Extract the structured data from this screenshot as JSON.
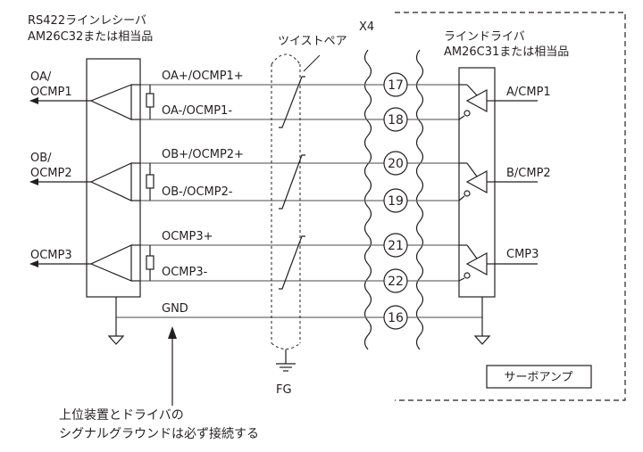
{
  "receiver": {
    "title_line1": "RS422ラインレシーバ",
    "title_line2": "AM26C32または相当品",
    "outputs": [
      {
        "line1": "OA/",
        "line2": "OCMP1"
      },
      {
        "line1": "OB/",
        "line2": "OCMP2"
      },
      {
        "line1": "",
        "line2": "OCMP3"
      }
    ]
  },
  "twisted_pair_label": "ツイストペア",
  "connector_label": "X4",
  "driver": {
    "title_line1": "ラインドライバ",
    "title_line2": "AM26C31または相当品",
    "signals": [
      "A/CMP1",
      "B/CMP2",
      "CMP3"
    ]
  },
  "wires": [
    {
      "signal": "OA+/OCMP1+",
      "pin": "17"
    },
    {
      "signal": "OA-/OCMP1-",
      "pin": "18"
    },
    {
      "signal": "OB+/OCMP2+",
      "pin": "20"
    },
    {
      "signal": "OB-/OCMP2-",
      "pin": "19"
    },
    {
      "signal": "OCMP3+",
      "pin": "21"
    },
    {
      "signal": "OCMP3-",
      "pin": "22"
    },
    {
      "signal": "GND",
      "pin": "16"
    }
  ],
  "fg_label": "FG",
  "servo_amp_label": "サーボアンプ",
  "note": {
    "line1": "上位装置とドライバの",
    "line2": "シグナルグラウンドは必ず接続する"
  }
}
